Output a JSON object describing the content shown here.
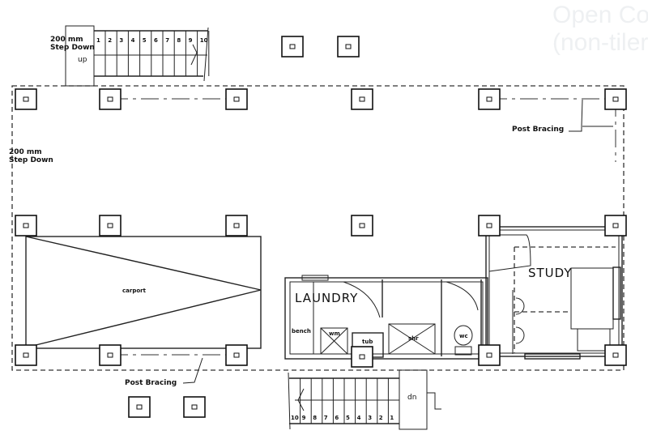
{
  "watermark": {
    "line1": "Open Co",
    "line2": "(non-tiler"
  },
  "labels": {
    "step_down_top_mm": "200 mm",
    "step_down_top": "Step Down",
    "up": "up",
    "step_down_left_mm": "200 mm",
    "step_down_left": "Step Down",
    "post_bracing_right": "Post Bracing",
    "post_bracing_bottom": "Post Bracing",
    "carport": "carport",
    "laundry": "LAUNDRY",
    "bench": "bench",
    "wm": "wm",
    "tub": "tub",
    "shr": "shr",
    "wc": "wc",
    "study": "STUDY",
    "dn": "dn"
  },
  "top_stair_numbers": [
    "1",
    "2",
    "3",
    "4",
    "5",
    "6",
    "7",
    "8",
    "9",
    "10"
  ],
  "bottom_stair_numbers": [
    "10",
    "9",
    "8",
    "7",
    "6",
    "5",
    "4",
    "3",
    "2",
    "1"
  ]
}
